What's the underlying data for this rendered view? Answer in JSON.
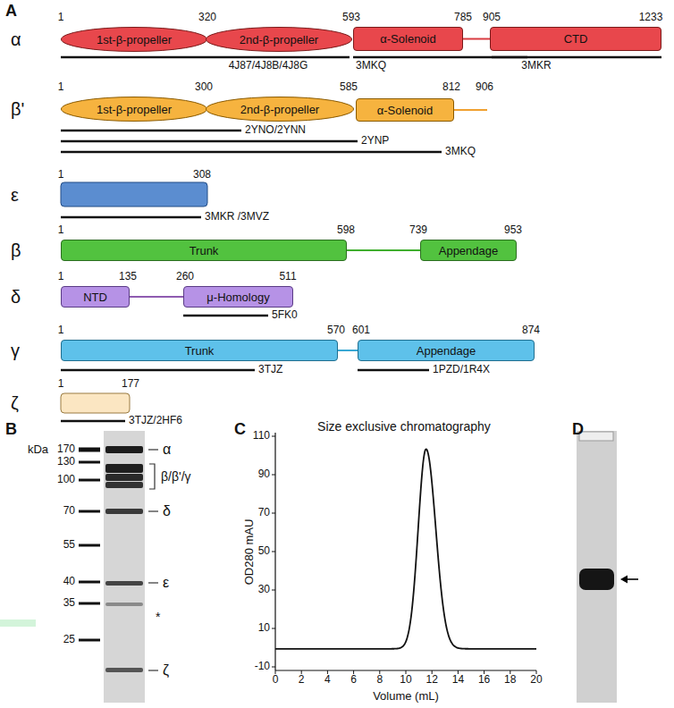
{
  "diagram": {
    "nodes": [
      {
        "text": [
          "1st-β-propeller"
        ]
      },
      {
        "text": [
          "2nd-β-propeller"
        ]
      },
      {
        "text": [
          "α-Solenoid"
        ]
      },
      {
        "text": [
          "CTD"
        ]
      },
      {
        "text": [
          "1st-β-propeller"
        ]
      },
      {
        "text": [
          "2nd-β-propeller"
        ]
      },
      {
        "text": [
          "α-Solenoid"
        ]
      },
      {
        "text": [
          "Trunk"
        ]
      },
      {
        "text": [
          "Appendage"
        ]
      },
      {
        "text": [
          "NTD"
        ]
      },
      {
        "text": [
          "μ-Homology"
        ]
      },
      {
        "text": [
          "Trunk"
        ]
      },
      {
        "text": [
          "Appendage"
        ]
      }
    ],
    "edges": [
      {
        "from": 2,
        "to": 3,
        "arrow": "none"
      },
      {
        "from": 7,
        "to": 8,
        "arrow": "none"
      },
      {
        "from": 9,
        "to": 10,
        "arrow": "none"
      },
      {
        "from": 11,
        "to": 12,
        "arrow": "none"
      }
    ],
    "labels": [
      "A",
      "α",
      "1",
      "320",
      "593",
      "785",
      "905",
      "1233",
      "4J87/4J8B/4J8G",
      "3MKQ",
      "3MKR",
      "β'",
      "1",
      "300",
      "585",
      "812",
      "906",
      "2YNO/2YNN",
      "2YNP",
      "3MKQ",
      "ε",
      "1",
      "308",
      "3MKR /3MVZ",
      "β",
      "1",
      "598",
      "739",
      "953",
      "δ",
      "1",
      "135",
      "260",
      "511",
      "5FK0",
      "γ",
      "1",
      "570",
      "601",
      "874",
      "3TJZ",
      "1PZD/1R4X",
      "ζ",
      "1",
      "177",
      "3TJZ/2HF6",
      "B",
      "kDa",
      "170",
      "130",
      "100",
      "70",
      "55",
      "40",
      "35",
      "25",
      "α",
      "β/β'/γ",
      "δ",
      "ε",
      "*",
      "ζ",
      "C",
      "Size exclusive chromatography",
      "OD280 mAU",
      "110",
      "90",
      "70",
      "50",
      "30",
      "10",
      "-10",
      "0",
      "2",
      "4",
      "6",
      "8",
      "10",
      "12",
      "14",
      "16",
      "18",
      "20",
      "Volume (mL)",
      "D"
    ]
  }
}
